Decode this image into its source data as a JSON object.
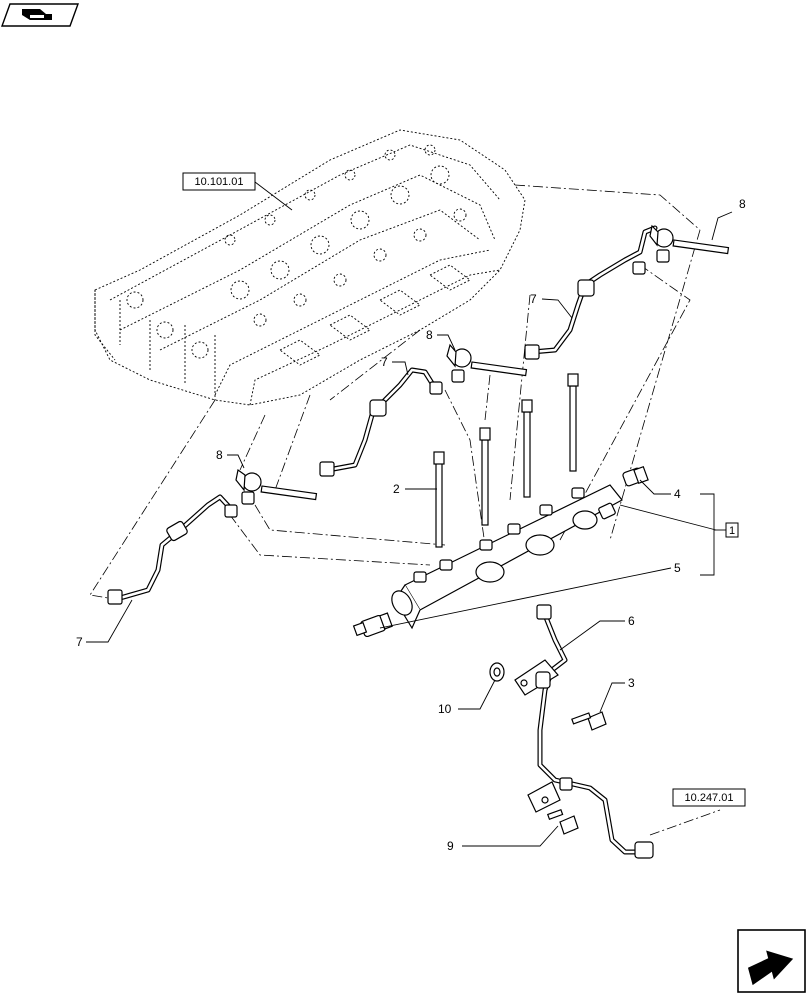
{
  "diagram": {
    "reference_boxes": [
      {
        "id": "engine-head",
        "text": "10.101.01"
      },
      {
        "id": "fuel-pump",
        "text": "10.247.01"
      }
    ],
    "group_box": {
      "text": "1"
    },
    "callouts": {
      "c2": "2",
      "c3": "3",
      "c4": "4",
      "c5": "5",
      "c6": "6",
      "c7a": "7",
      "c7b": "7",
      "c7c": "7",
      "c8a": "8",
      "c8b": "8",
      "c8c": "8",
      "c9": "9",
      "c10": "10"
    },
    "icons": {
      "top_left": "manual-book-icon",
      "bottom_right": "next-page-arrow-icon"
    },
    "colors": {
      "line": "#000000",
      "background": "#ffffff"
    }
  }
}
